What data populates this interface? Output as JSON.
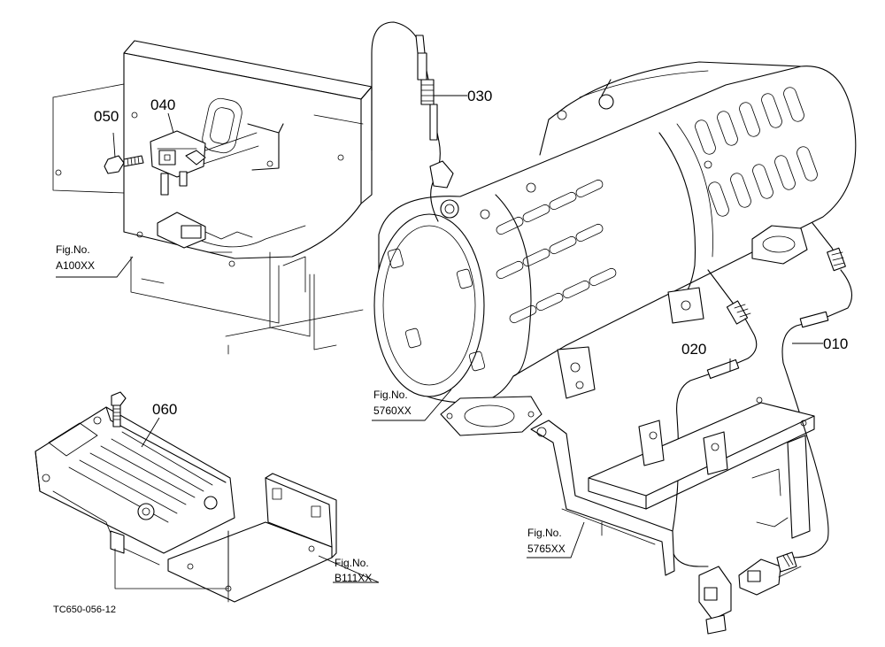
{
  "parts": {
    "p010": "010",
    "p020": "020",
    "p030": "030",
    "p040": "040",
    "p050": "050",
    "p060": "060"
  },
  "figrefs": {
    "a100": {
      "line1": "Fig.No.",
      "line2": "A100XX"
    },
    "f5760": {
      "line1": "Fig.No.",
      "line2": "5760XX"
    },
    "f5765": {
      "line1": "Fig.No.",
      "line2": "5765XX"
    },
    "b111": {
      "line1": "Fig.No.",
      "line2": "B111XX"
    }
  },
  "drawing_number": "TC650-056-12"
}
